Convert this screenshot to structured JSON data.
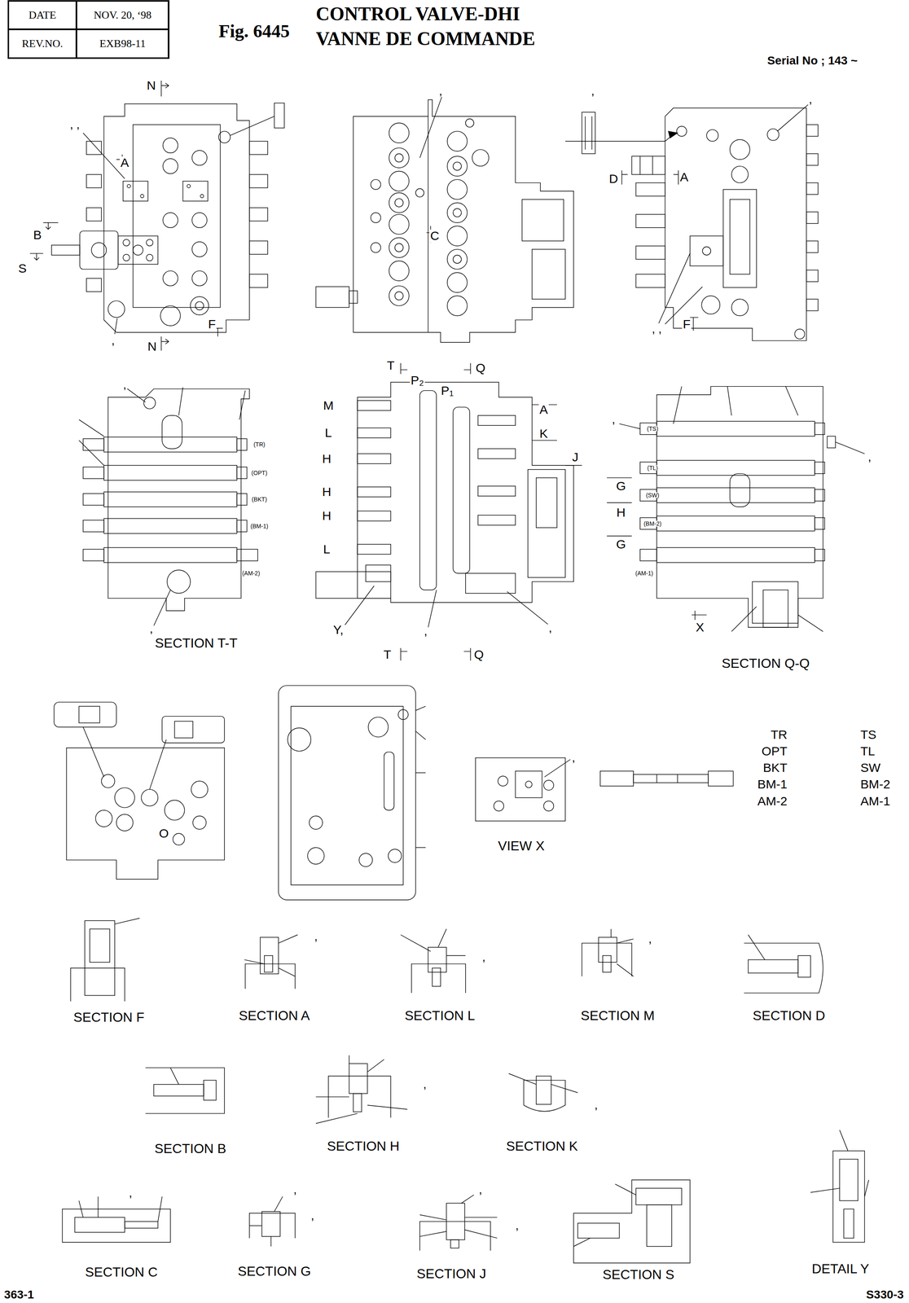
{
  "diagram": {
    "title": "CONTROL VALVE-DHI VANNE DE COMMANDE",
    "nodes": [
      {
        "text": [
          "DATE"
        ]
      },
      {
        "text": [
          "NOV. 20, ‘98"
        ]
      },
      {
        "text": [
          "REV.NO."
        ]
      },
      {
        "text": [
          "EXB98-11"
        ]
      }
    ],
    "edges": [],
    "labels": [
      "Fig. 6445",
      "Serial No ; 143 ~",
      "N",
      "A",
      "B",
      "S",
      "F",
      "N",
      ", ,",
      ",",
      ",",
      "C",
      ",",
      ",",
      "D",
      "A",
      "F",
      ", ,",
      ",",
      "(TR)",
      "(OPT)",
      "(BKT)",
      "(BM-1)",
      "(AM-2)",
      ",",
      "SECTION T-T",
      "T",
      "P₂",
      "P₁",
      "Q",
      "M",
      "L",
      "H",
      "H",
      "H",
      "L",
      "A",
      "K",
      "J",
      "Y,",
      ",",
      ",",
      "T",
      "Q",
      ",",
      "(TS)",
      "(TL)",
      "(SW)",
      "(BM-2)",
      "(AM-1)",
      ",",
      "G",
      "H",
      "G",
      "X",
      "SECTION Q-Q",
      "O",
      ",",
      "VIEW X",
      "TR",
      "OPT",
      "BKT",
      "BM-1",
      "AM-2",
      "TS",
      "TL",
      "SW",
      "BM-2",
      "AM-1",
      "SECTION F",
      ",",
      "SECTION A",
      ",",
      "SECTION L",
      ",",
      "SECTION M",
      "SECTION D",
      "SECTION B",
      ",",
      "SECTION H",
      ",",
      "SECTION K",
      ",",
      "SECTION C",
      ",",
      ",",
      "SECTION G",
      ",",
      ",",
      "SECTION J",
      "SECTION S",
      "DETAIL Y",
      "363-1",
      "S330-3"
    ]
  }
}
